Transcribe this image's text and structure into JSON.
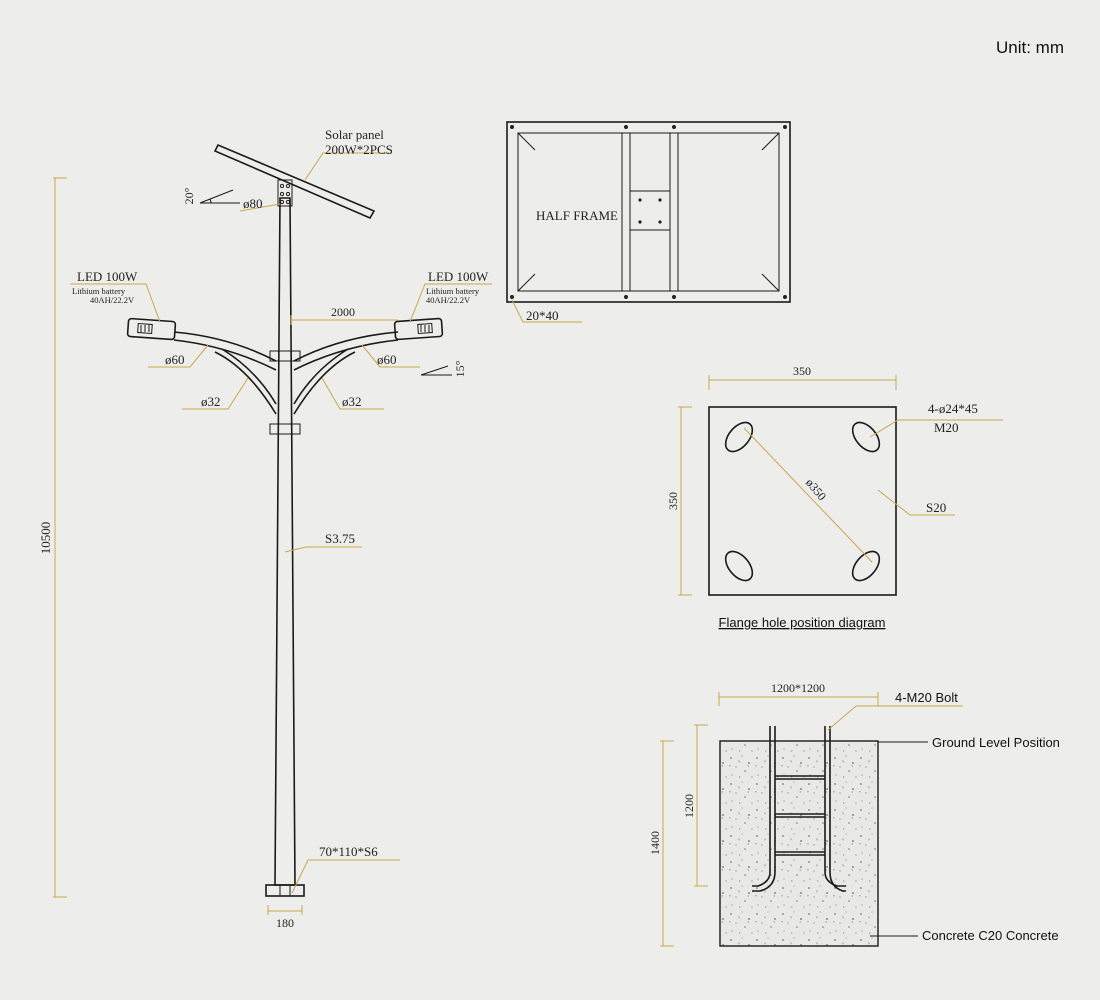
{
  "unit": "Unit: mm",
  "pole": {
    "solar_panel_title": "Solar panel",
    "solar_panel_spec": "200W*2PCS",
    "panel_angle": "20°",
    "top_diameter": "ø80",
    "led_left_title": "LED 100W",
    "led_left_battery": "Lithium battery",
    "led_left_battery_spec": "40AH/22.2V",
    "led_right_title": "LED 100W",
    "led_right_battery": "Lithium battery",
    "led_right_battery_spec": "40AH/22.2V",
    "arm_span": "2000",
    "arm_left_diameter": "ø60",
    "arm_right_diameter": "ø60",
    "arm_angle": "15°",
    "brace_left_diameter": "ø32",
    "brace_right_diameter": "ø32",
    "pole_height": "10500",
    "pole_thickness": "S3.75",
    "base_spec": "70*110*S6",
    "base_width": "180"
  },
  "frame": {
    "label": "HALF FRAME",
    "spec": "20*40"
  },
  "flange": {
    "width": "350",
    "height": "350",
    "holes": "4-ø24*45",
    "bolt": "M20",
    "diagonal": "ø350",
    "thickness": "S20",
    "caption": "Flange hole position diagram"
  },
  "foundation": {
    "size": "1200*1200",
    "bolt": "4-M20 Bolt",
    "ground_level": "Ground Level Position",
    "inner_depth": "1200",
    "total_depth": "1400",
    "concrete": "Concrete C20 Concrete"
  }
}
